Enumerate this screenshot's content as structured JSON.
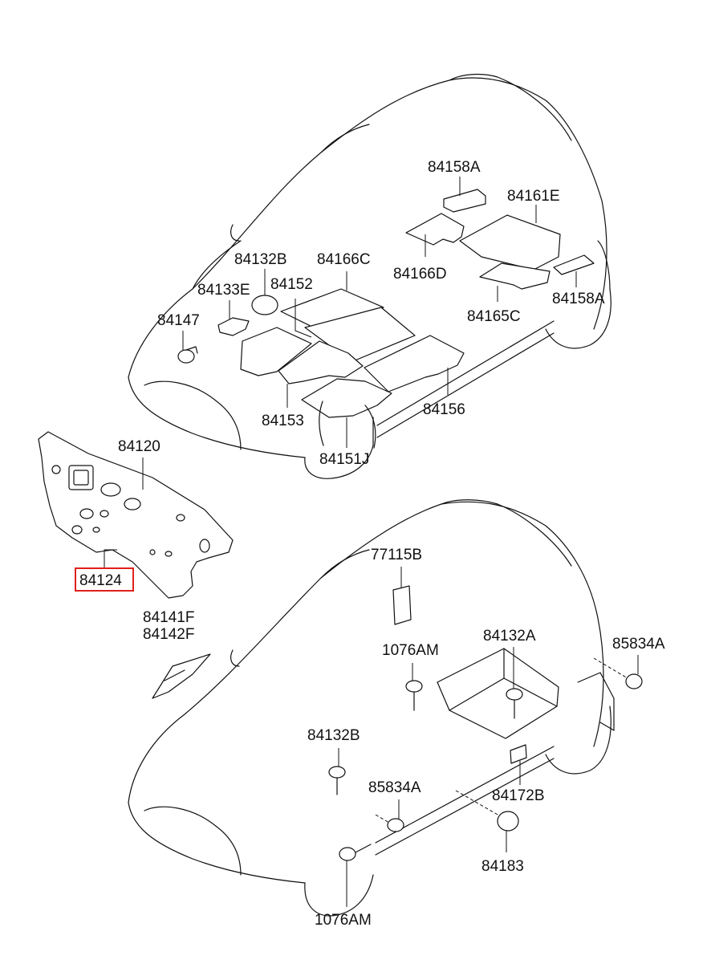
{
  "highlight_color": "#e0201a",
  "labels": {
    "p84158A_top": "84158A",
    "p84161E": "84161E",
    "p84132B_top": "84132B",
    "p84166C": "84166C",
    "p84166D": "84166D",
    "p84133E": "84133E",
    "p84152": "84152",
    "p84158A_right": "84158A",
    "p84147": "84147",
    "p84165C": "84165C",
    "p84153": "84153",
    "p84156": "84156",
    "p84151J": "84151J",
    "p84120": "84120",
    "p84124": "84124",
    "p84141F": "84141F",
    "p84142F": "84142F",
    "p77115B": "77115B",
    "p1076AM_top": "1076AM",
    "p84132A": "84132A",
    "p85834A_right": "85834A",
    "p84132B_bottom": "84132B",
    "p85834A_mid": "85834A",
    "p84172B": "84172B",
    "p84183": "84183",
    "p1076AM_bottom": "1076AM"
  }
}
